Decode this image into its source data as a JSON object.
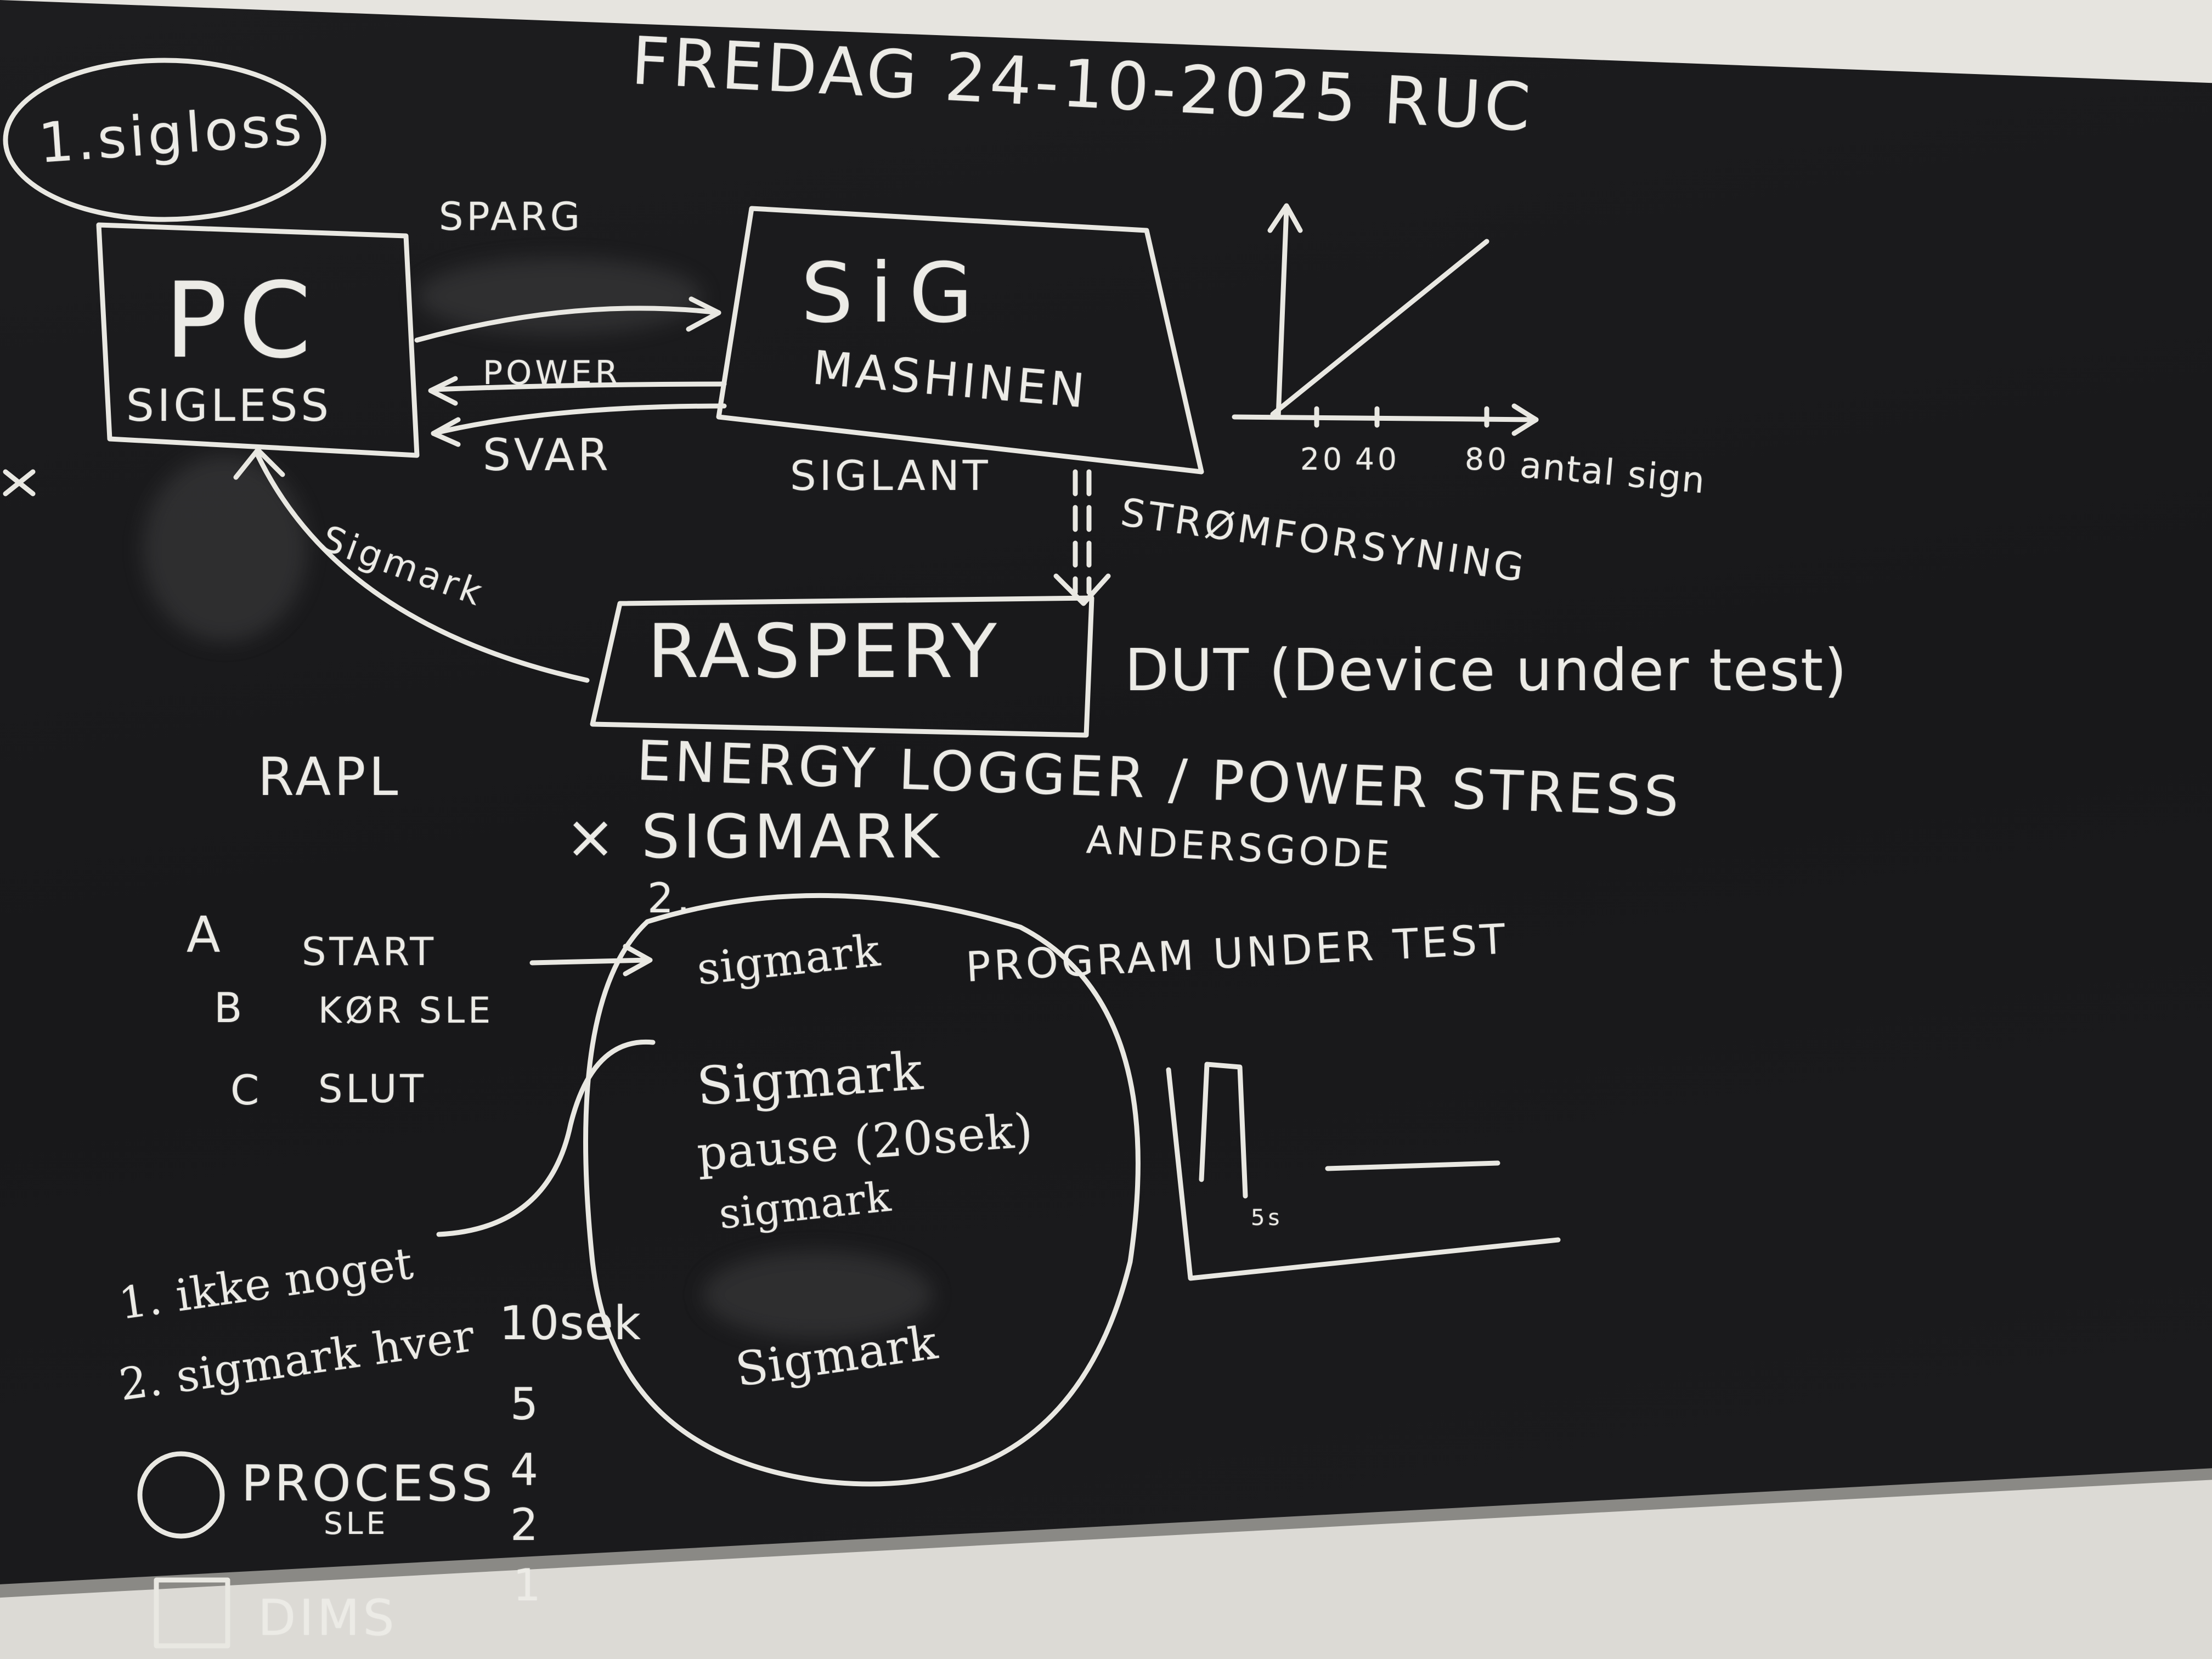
{
  "header": {
    "topic": "1.sigloss",
    "date_line": "FREDAG 24-10-2025 RUC"
  },
  "diagram": {
    "pc_label": "PC",
    "pc_sublabel": "SIGLESS",
    "sig_label": "SiG",
    "sig_sublabel": "MASHINEN",
    "arrow_top": "SPARG",
    "arrow_mid": "POWER",
    "arrow_bottom": "SVAR",
    "siglant": "SIGLANT",
    "power_supply": "STRØMFORSYNING",
    "sigmark_arrow": "Sigmark",
    "raspberry": "RASPERY",
    "dut": "DUT (Device under test)",
    "rapl": "RAPL",
    "energy": "ENERGY LOGGER / POWER STRESS",
    "x_sigmark": "× SIGMARK",
    "andersgode": "ANDERSGODE"
  },
  "graph": {
    "x_ticks": [
      "20",
      "40",
      "80"
    ],
    "x_label": "antal sign",
    "marker": "5s"
  },
  "steps": {
    "a_letter": "A",
    "a_text": "START",
    "b_letter": "B",
    "b_text": "KØR SLE",
    "c_letter": "C",
    "c_text": "SLUT"
  },
  "circle_list": {
    "number": "2.",
    "item1": "sigmark",
    "program": "PROGRAM UNDER TEST",
    "item2": "Sigmark",
    "pause": "pause (20sek)",
    "item3": "sigmark",
    "item4": "Sigmark"
  },
  "numbered_list": {
    "item1": "1. ikke noget",
    "item2": "2. sigmark hver",
    "ten_sek": "10sek",
    "n5": "5",
    "n4": "4",
    "n2": "2",
    "n1": "1",
    "process": "PROCESS",
    "process_sub": "SLE",
    "dims": "DIMS"
  },
  "colors": {
    "chalk": "#ecebe6",
    "board": "#1b1b1d"
  }
}
